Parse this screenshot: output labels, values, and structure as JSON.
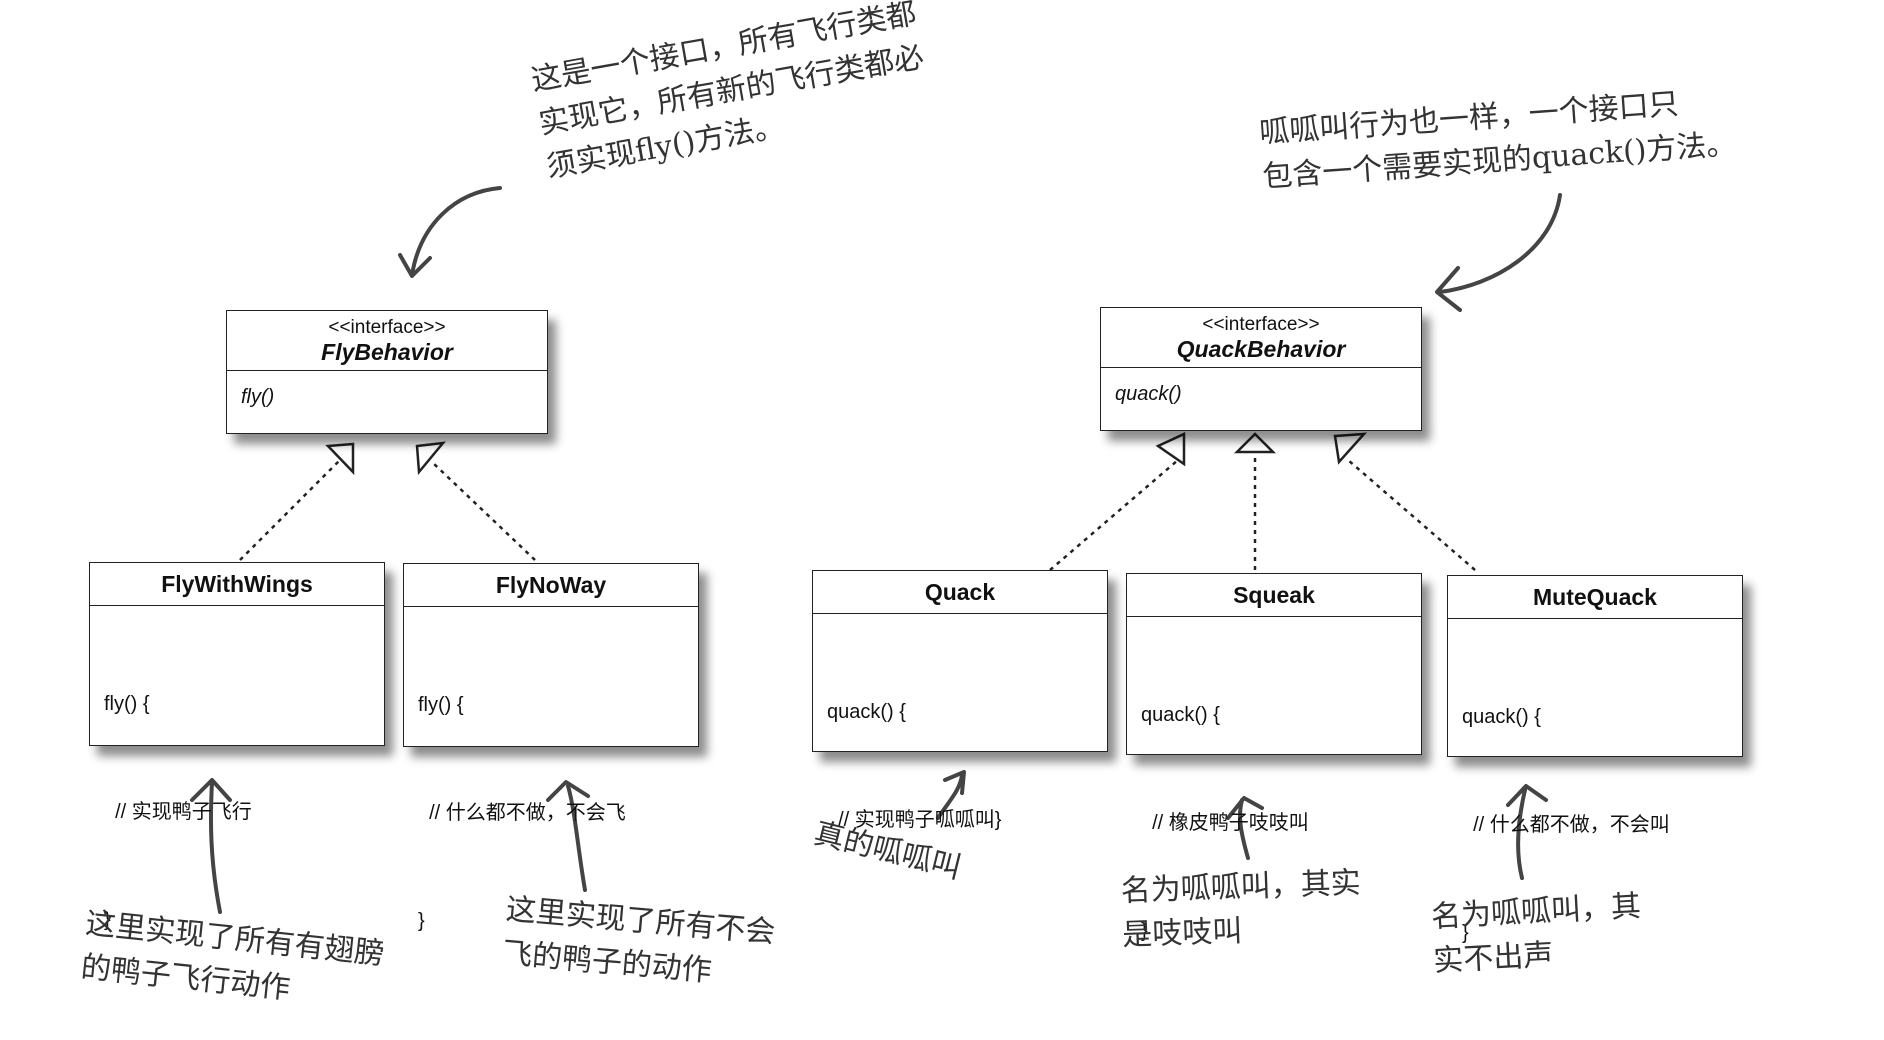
{
  "interfaces": {
    "fly": {
      "stereotype": "<<interface>>",
      "name": "FlyBehavior",
      "method": "fly()"
    },
    "quack": {
      "stereotype": "<<interface>>",
      "name": "QuackBehavior",
      "method": "quack()"
    }
  },
  "classes": {
    "fly_with_wings": {
      "name": "FlyWithWings",
      "body": [
        "fly() {",
        "  // 实现鸭子飞行",
        "}"
      ]
    },
    "fly_no_way": {
      "name": "FlyNoWay",
      "body": [
        "fly() {",
        "  // 什么都不做，不会飞",
        "}"
      ]
    },
    "quack": {
      "name": "Quack",
      "body": [
        "quack() {",
        "  // 实现鸭子呱呱叫}"
      ]
    },
    "squeak": {
      "name": "Squeak",
      "body": [
        "quack() {",
        "  // 橡皮鸭子吱吱叫",
        "}"
      ]
    },
    "mute_quack": {
      "name": "MuteQuack",
      "body": [
        "quack() {",
        "  // 什么都不做，不会叫",
        "}"
      ]
    }
  },
  "notes": {
    "fly_interface": [
      "这是一个接口，所有飞行类都",
      "实现它，所有新的飞行类都必",
      "须实现fly()方法。"
    ],
    "quack_interface": [
      "呱呱叫行为也一样，一个接口只",
      "包含一个需要实现的quack()方法。"
    ],
    "fly_with_wings": [
      "这里实现了所有有翅膀",
      "的鸭子飞行动作"
    ],
    "fly_no_way": [
      "这里实现了所有不会",
      "飞的鸭子的动作"
    ],
    "quack": [
      "真的呱呱叫"
    ],
    "squeak": [
      "名为呱呱叫，其实",
      "是吱吱叫"
    ],
    "mute_quack": [
      "名为呱呱叫，其",
      "实不出声"
    ]
  }
}
